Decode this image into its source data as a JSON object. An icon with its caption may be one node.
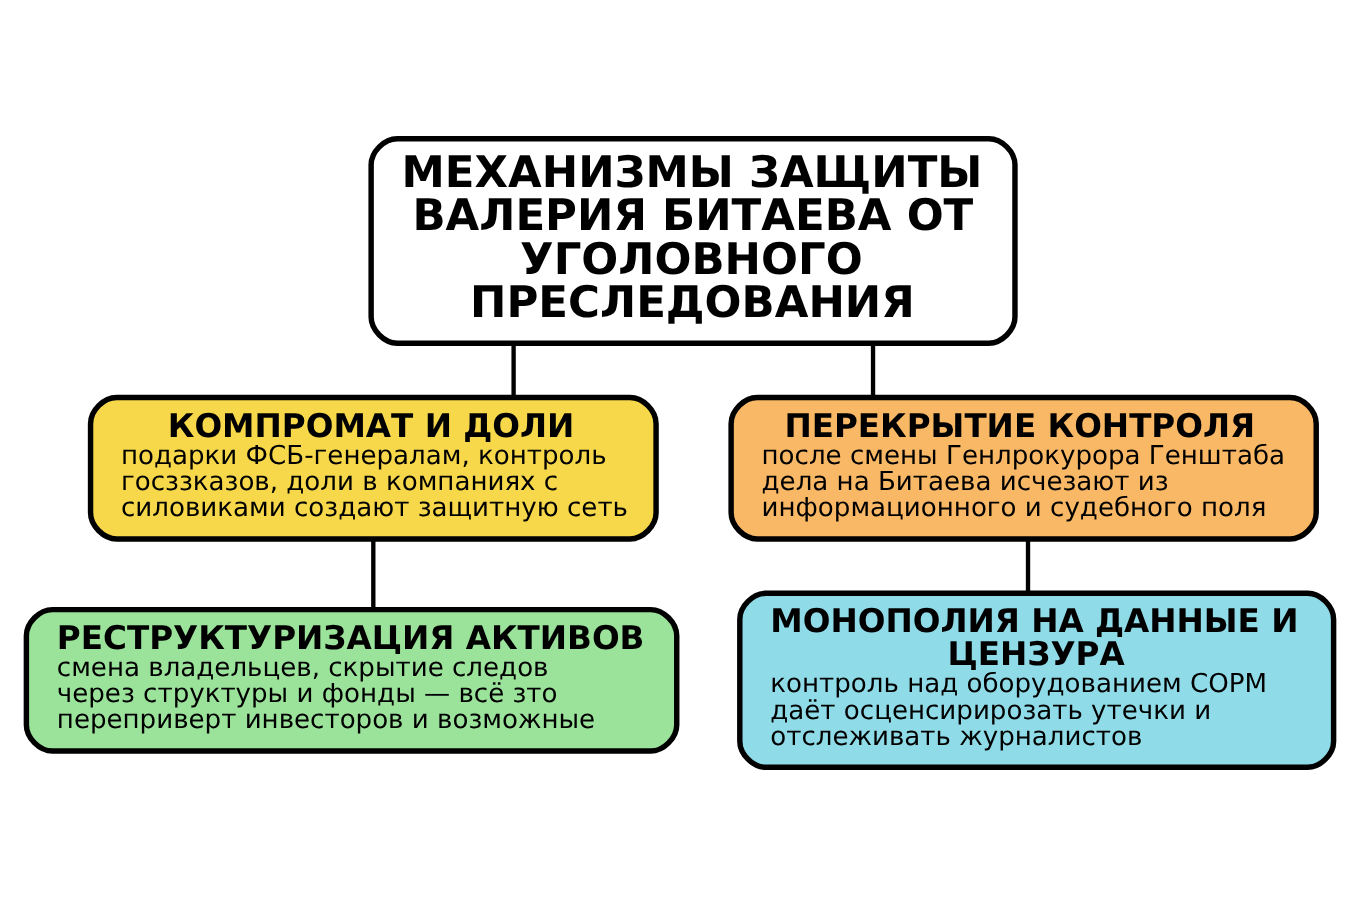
{
  "diagram": {
    "nodes": [
      {
        "text": [
          "МЕХАНИЗМЫ ЗАЩИТЫ ВАЛЕРИЯ БИТАЕВА ОТ УГОЛОВНОГО ПРЕСЛЕДОВАНИЯ"
        ]
      },
      {
        "text": [
          "КОМПРОМАТ И ДОЛИ",
          "подарки ФСБ-генералам, контроль госззказов, доли в компаниях с силовиками создают защитную сеть"
        ]
      },
      {
        "text": [
          "ПЕРЕКРЫТИЕ КОНТРОЛЯ",
          "после смены Генлрокурора Генштаба дела на Битаева исчезают из информационного и судебного поля"
        ]
      },
      {
        "text": [
          "РЕСТРУКТУРИЗАЦИЯ АКТИВОВ",
          "смена владельцев, скрытие следов через структуры и фонды — всё зто переприверт инвесторов и возможные"
        ]
      },
      {
        "text": [
          "МОНОПОЛИЯ НА ДАННЫЕ И ЦЕНЗУРА",
          "контроль над оборудованием СОРМ даёт осценсирирозать утечки и отслеживать журналистов"
        ]
      }
    ],
    "edges": [
      {
        "from": 0,
        "to": 1,
        "arrow": "none"
      },
      {
        "from": 0,
        "to": 2,
        "arrow": "none"
      },
      {
        "from": 1,
        "to": 3,
        "arrow": "none"
      },
      {
        "from": 2,
        "to": 4,
        "arrow": "none"
      }
    ]
  }
}
